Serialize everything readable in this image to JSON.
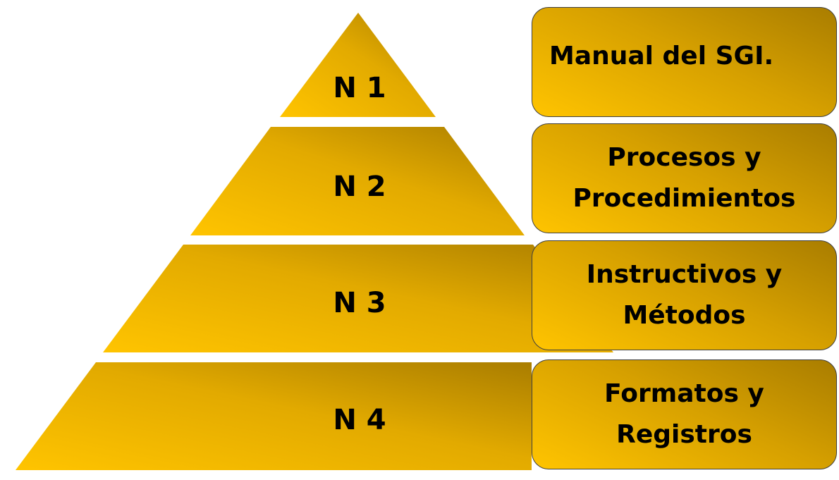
{
  "pyramid": {
    "levels": [
      {
        "label": "N 1"
      },
      {
        "label": "N 2"
      },
      {
        "label": "N 3"
      },
      {
        "label": "N 4"
      }
    ]
  },
  "descriptions": [
    {
      "lines": [
        "Manual del SGI."
      ]
    },
    {
      "lines": [
        "Procesos y",
        "Procedimientos"
      ]
    },
    {
      "lines": [
        "Instructivos y",
        "Métodos"
      ]
    },
    {
      "lines": [
        "Formatos y",
        "Registros"
      ]
    }
  ],
  "colors": {
    "gold_light": "#ffc400",
    "gold_mid": "#d6a000",
    "gold_dark": "#a97d00",
    "text": "#000000",
    "box_border": "#3f3f3f"
  }
}
